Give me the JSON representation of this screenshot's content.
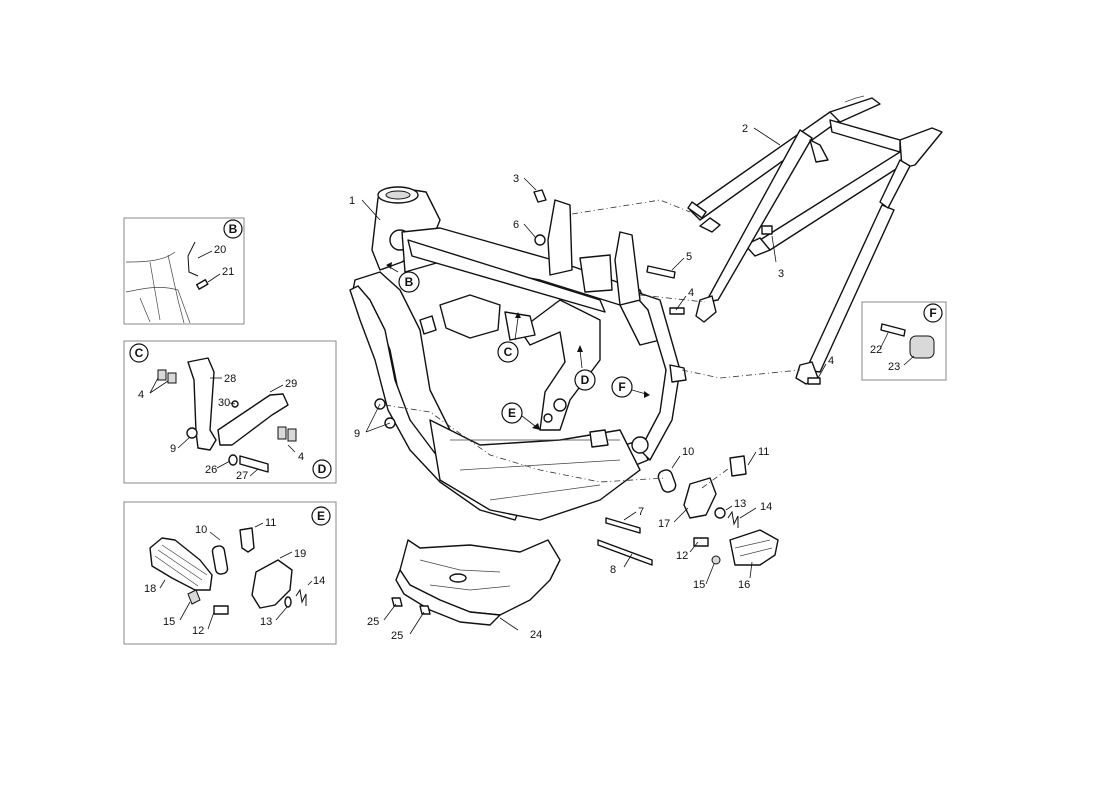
{
  "callouts": {
    "c1": "1",
    "c2": "2",
    "c3a": "3",
    "c3b": "3",
    "c4a": "4",
    "c4b": "4",
    "c5": "5",
    "c6": "6",
    "c7": "7",
    "c8": "8",
    "c9": "9",
    "c10": "10",
    "c11": "11",
    "c12": "12",
    "c13": "13",
    "c14": "14",
    "c15": "15",
    "c16": "16",
    "c17": "17",
    "c24": "24",
    "c25a": "25",
    "c25b": "25"
  },
  "view_markers": {
    "B": "B",
    "C": "C",
    "D": "D",
    "E": "E",
    "F": "F"
  },
  "inset_B": {
    "letter": "B",
    "c20": "20",
    "c21": "21"
  },
  "inset_C": {
    "letter_top": "C",
    "letter_bottom": "D",
    "c4a": "4",
    "c4b": "4",
    "c9": "9",
    "c26": "26",
    "c27": "27",
    "c28": "28",
    "c29": "29",
    "c30": "30"
  },
  "inset_E": {
    "letter": "E",
    "c10": "10",
    "c11": "11",
    "c12": "12",
    "c13": "13",
    "c14": "14",
    "c15": "15",
    "c18": "18",
    "c19": "19"
  },
  "inset_F": {
    "letter": "F",
    "c22": "22",
    "c23": "23"
  }
}
